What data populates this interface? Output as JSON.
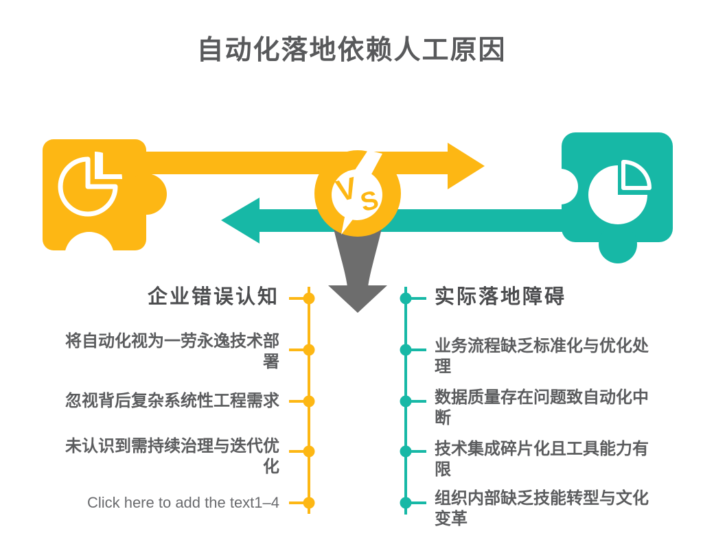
{
  "title": "自动化落地依赖人工原因",
  "vs_badge": {
    "v_label": "V",
    "s_label": "S"
  },
  "left_column": {
    "header": "企业错误认知",
    "items": [
      "将自动化视为一劳永逸技术部署",
      "忽视背后复杂系统性工程需求",
      "未认识到需持续治理与迭代优化",
      "Click here to add the text1–4"
    ]
  },
  "right_column": {
    "header": "实际落地障碍",
    "items": [
      "业务流程缺乏标准化与优化处理",
      "数据质量存在问题致自动化中断",
      "技术集成碎片化且工具能力有限",
      "组织内部缺乏技能转型与文化变革"
    ]
  },
  "icons": {
    "left_puzzle": "puzzle-piece-icon",
    "right_puzzle": "puzzle-piece-icon",
    "left_pie": "pie-chart-icon",
    "right_pie": "pie-chart-icon",
    "vs_bolt": "lightning-bolt-icon",
    "down_arrow": "down-arrow-icon"
  },
  "colors": {
    "yellow": "#FDB714",
    "teal": "#17B8A6",
    "text_gray": "#58595B",
    "header_gray": "#4C4D4F",
    "arrow_gray": "#6D6D6D",
    "light_text_gray": "#6A6B6E",
    "white": "#FFFFFF"
  }
}
